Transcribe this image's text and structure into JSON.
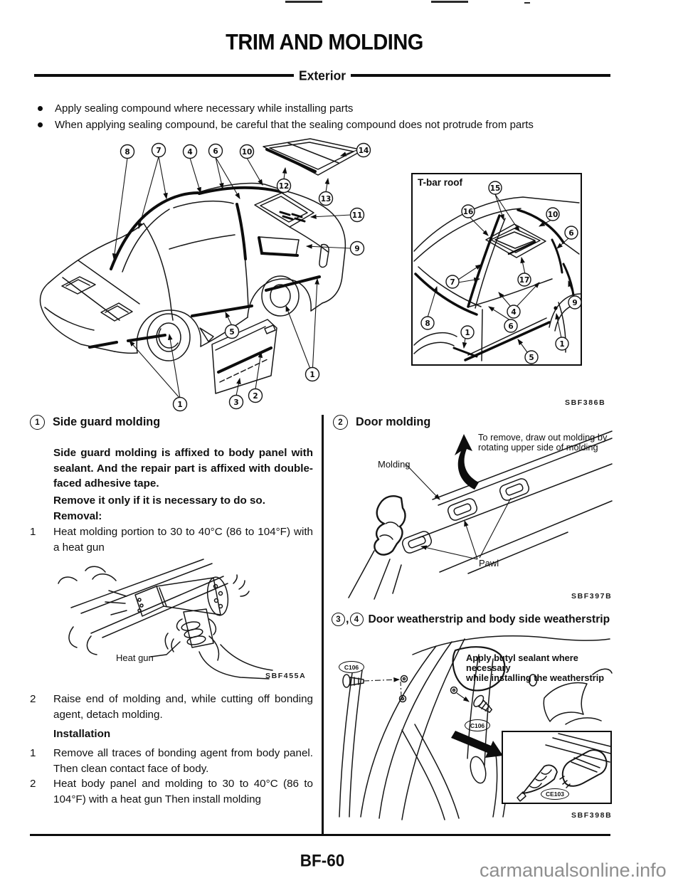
{
  "page": {
    "title": "TRIM AND MOLDING",
    "section": "Exterior",
    "page_number": "BF-60",
    "watermark": "carmanualsonline.info"
  },
  "intro": {
    "bullet1": "Apply sealing compound where necessary while installing parts",
    "bullet2": "When applying sealing compound, be careful that the sealing compound does not protrude from parts"
  },
  "main_diagram": {
    "callouts": {
      "n8": "8",
      "n7": "7",
      "n4": "4",
      "n6": "6",
      "n10": "10",
      "n14": "14",
      "n12": "12",
      "n13": "13",
      "n11": "11",
      "n9": "9",
      "n1a": "1",
      "n5": "5",
      "n1b": "1",
      "n3": "3",
      "n2": "2"
    }
  },
  "tbar": {
    "title": "T-bar roof",
    "code": "SBF386B",
    "callouts": {
      "n15": "15",
      "n16": "16",
      "n10": "10",
      "n6a": "6",
      "n7": "7",
      "n17": "17",
      "n4": "4",
      "n9": "9",
      "n8": "8",
      "n6b": "6",
      "n1a": "1",
      "n1b": "1",
      "n5": "5"
    }
  },
  "side_guard": {
    "num": "1",
    "heading": "Side guard molding",
    "bullet1": "Side guard molding is affixed to body panel with sealant. And the repair part is affixed with double-faced adhesive tape.",
    "bullet2": "Remove it only if it is necessary to do so.",
    "bullet3": "Removal:",
    "step1_no": "1",
    "step1": "Heat molding portion to 30 to 40°C (86 to 104°F) with a heat gun",
    "fig_label": "Heat gun",
    "fig_code": "SBF455A",
    "step2_no": "2",
    "step2": "Raise end of molding and, while cutting off bonding agent, detach molding.",
    "install_heading": "Installation",
    "inst1_no": "1",
    "inst1": "Remove all traces of bonding agent from body panel. Then clean contact face of body.",
    "inst2_no": "2",
    "inst2": "Heat body panel and molding to 30 to 40°C (86 to 104°F) with a heat gun  Then install molding"
  },
  "door_molding": {
    "num": "2",
    "heading": "Door molding",
    "note1": "To remove, draw out molding by",
    "note2": "rotating upper side of molding",
    "label_molding": "Molding",
    "label_pawl": "Pawl",
    "code": "SBF397B"
  },
  "weatherstrip": {
    "num1": "3",
    "num_sep": ",",
    "num2": "4",
    "heading": "Door weatherstrip and body side weatherstrip",
    "note1": "Apply butyl sealant where necessary",
    "note2": "while installing the weatherstrip",
    "clip1": "C106",
    "clip2": "C106",
    "sealant": "CE103",
    "code": "SBF398B"
  }
}
